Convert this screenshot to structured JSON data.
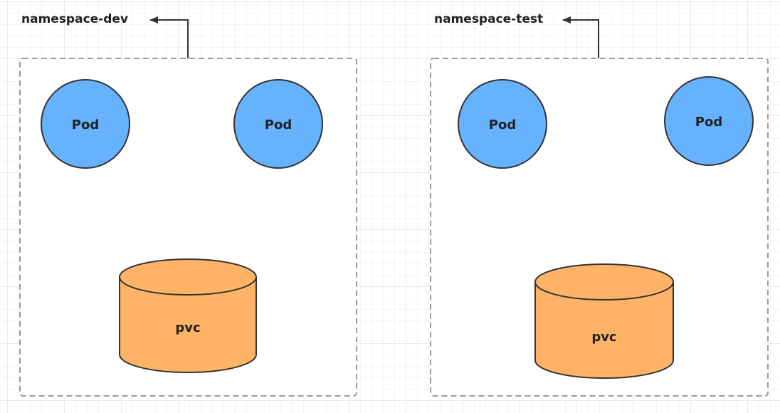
{
  "namespaces": [
    {
      "name": "namespace-dev",
      "pods": [
        "Pod",
        "Pod"
      ],
      "pvc": "pvc"
    },
    {
      "name": "namespace-test",
      "pods": [
        "Pod",
        "Pod"
      ],
      "pvc": "pvc"
    }
  ],
  "colors": {
    "pod_fill": "#66b2ff",
    "pvc_fill": "#ffb366",
    "stroke": "#333333",
    "dashed_border": "#9a9a9a"
  }
}
